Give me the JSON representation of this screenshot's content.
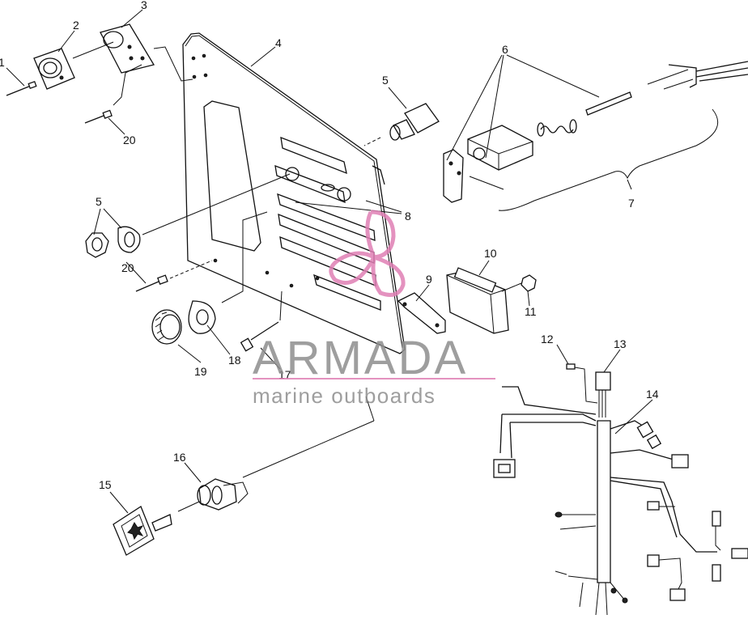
{
  "diagram": {
    "type": "exploded parts diagram",
    "callouts": [
      "1",
      "2",
      "3",
      "4",
      "5",
      "5",
      "6",
      "7",
      "8",
      "9",
      "10",
      "11",
      "12",
      "13",
      "14",
      "15",
      "16",
      "17",
      "18",
      "19",
      "20",
      "20"
    ]
  },
  "watermark": {
    "main": "ARMADA",
    "sub": "marine outboards",
    "logo_color": "#e07fb5",
    "text_color": "#8e8e8e"
  }
}
